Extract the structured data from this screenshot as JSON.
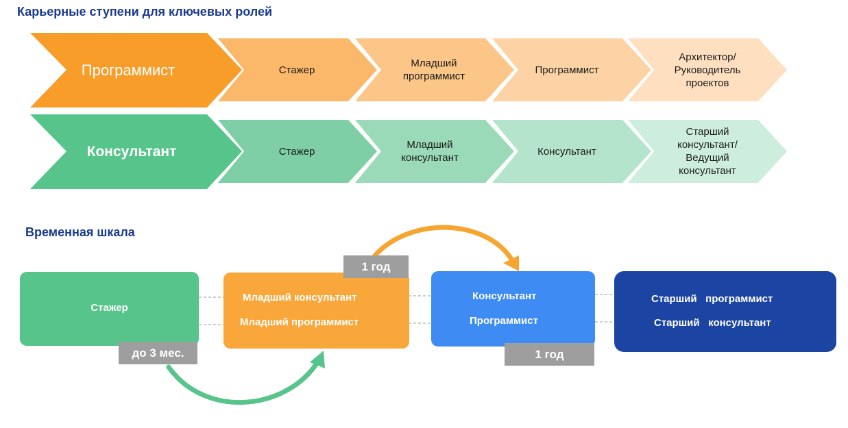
{
  "title": "Карьерные ступени для ключевых ролей",
  "timeline_title": "Временная шкала",
  "colors": {
    "title": "#1a3a8c",
    "dev_lead": "#f89c2a",
    "dev_steps": [
      "#fbb86a",
      "#fcc688",
      "#fdd3a5",
      "#fedfc0"
    ],
    "cons_lead": "#57c48b",
    "cons_steps": [
      "#7ecfa5",
      "#9bdab9",
      "#b5e4cc",
      "#cdeedd"
    ],
    "box_intern": "#57c48b",
    "box_junior": "#f9a63a",
    "box_mid": "#3e8bf3",
    "box_senior": "#1c44a3",
    "badge": "#9e9e9e",
    "arrow_green": "#57c48b",
    "arrow_orange": "#f7a531"
  },
  "career_paths": {
    "developer": {
      "role_label": "Программист",
      "steps": [
        "Стажер",
        "Младший\nпрограммист",
        "Программист",
        "Архитектор/\nРуководитель\nпроектов"
      ]
    },
    "consultant": {
      "role_label": "Консультант",
      "steps": [
        "Стажер",
        "Младший\nконсультант",
        "Консультант",
        "Старший\nконсультант/\nВедущий\nконсультант"
      ]
    }
  },
  "timeline": {
    "intern": {
      "label": "Стажер"
    },
    "junior": {
      "line1": "Младший консультант",
      "line2": "Младший программист"
    },
    "mid": {
      "line1": "Консультант",
      "line2": "Программист"
    },
    "senior": {
      "line1": "Старший   программист",
      "line2": "Старший   консультант"
    },
    "badges": {
      "intern_duration": "до 3 мес.",
      "junior_duration": "1 год",
      "mid_duration": "1 год"
    }
  }
}
